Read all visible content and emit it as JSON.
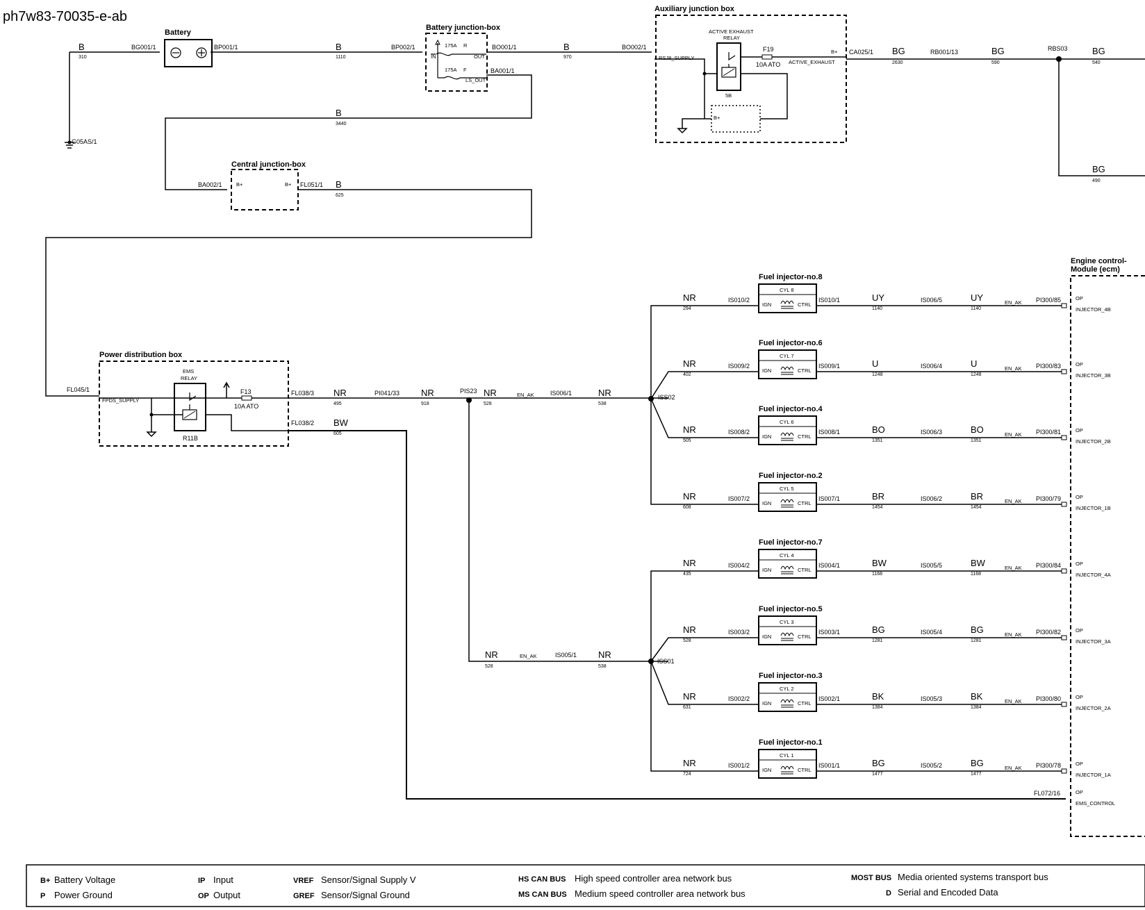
{
  "title": "ph7w83-70035-e-ab",
  "boxes": {
    "battery": "Battery",
    "battery_jb": "Battery junction-box",
    "aux_jb": "Auxiliary junction box",
    "central_jb": "Central junction-box",
    "power_dist": "Power distribution box",
    "ecm": [
      "Engine control-",
      "Module (ecm)"
    ]
  },
  "connectors": {
    "bg001": "BG001/1",
    "bp001": "BP001/1",
    "bp002": "BP002/1",
    "bo001": "BO001/1",
    "ba001": "BA001/1",
    "bo002": "BO002/1",
    "ca025": "CA025/1",
    "rb001": "RB001/13",
    "rbs03": "RBS03",
    "g05as": "G05AS/1",
    "ba002": "BA002/1",
    "fl051": "FL051/1",
    "fl045": "FL045/1",
    "fl038_3": "FL038/3",
    "fl038_2": "FL038/2",
    "pi041": "PI041/33",
    "pis23": "PIS23",
    "is006": "IS006/1",
    "is005": "IS005/1",
    "iss02": "ISS02",
    "iss01": "ISS01",
    "fl072": "FL072/16"
  },
  "wires": {
    "w_b_310": {
      "c": "B",
      "n": "310"
    },
    "w_b_1110": {
      "c": "B",
      "n": "1110"
    },
    "w_b_970": {
      "c": "B",
      "n": "970"
    },
    "w_b_3440": {
      "c": "B",
      "n": "3440"
    },
    "w_b_625": {
      "c": "B",
      "n": "625"
    },
    "w_bg_2630": {
      "c": "BG",
      "n": "2630"
    },
    "w_bg_590": {
      "c": "BG",
      "n": "590"
    },
    "w_bg_540": {
      "c": "BG",
      "n": "540"
    },
    "w_bg_490": {
      "c": "BG",
      "n": "490"
    },
    "w_nr_495": {
      "c": "NR",
      "n": "495"
    },
    "w_nr_918": {
      "c": "NR",
      "n": "918"
    },
    "w_nr_528a": {
      "c": "NR",
      "n": "528"
    },
    "w_nr_538a": {
      "c": "NR",
      "n": "538"
    },
    "w_nr_528b": {
      "c": "NR",
      "n": "528"
    },
    "w_nr_538b": {
      "c": "NR",
      "n": "538"
    },
    "w_bw_605": {
      "c": "BW",
      "n": "605"
    }
  },
  "labels": {
    "en_ak": "EN_AK",
    "relay_active": [
      "ACTIVE EXHAUST",
      "RELAY"
    ],
    "relay_5b": "5B",
    "f19": "F19",
    "f19_rating": "10A ATO",
    "rsj8": "RSJ8_SUPPLY",
    "active_exhaust": "ACTIVE_EXHAUST",
    "b_plus": "B+",
    "fuse_r": [
      "175A",
      "R"
    ],
    "fuse_f": [
      "175A",
      "F"
    ],
    "in": "IN",
    "out": "OUT",
    "ls_out": "LS_OUT",
    "ems_relay": [
      "EMS",
      "RELAY"
    ],
    "r11b": "R11B",
    "f13": "F13",
    "f13_rating": "10A ATO",
    "fpds": "FPDS_SUPPLY",
    "op": "OP",
    "ems_control": "EMS_CONTROL",
    "ign": "IGN",
    "ctrl": "CTRL"
  },
  "injectors": [
    {
      "title": "Fuel injector-no.8",
      "cyl": "CYL 8",
      "in_c": "NR",
      "in_n": "294",
      "ign_conn": "IS010/2",
      "ctrl_conn": "IS010/1",
      "out_c": "UY",
      "out_n": "1140",
      "mid_conn": "IS006/5",
      "out2_c": "UY",
      "out2_n": "1140",
      "ecm_pin": "PI300/85",
      "ecm_sig": "INJECTOR_4B"
    },
    {
      "title": "Fuel injector-no.6",
      "cyl": "CYL 7",
      "in_c": "NR",
      "in_n": "402",
      "ign_conn": "IS009/2",
      "ctrl_conn": "IS009/1",
      "out_c": "U",
      "out_n": "1248",
      "mid_conn": "IS006/4",
      "out2_c": "U",
      "out2_n": "1248",
      "ecm_pin": "PI300/83",
      "ecm_sig": "INJECTOR_3B"
    },
    {
      "title": "Fuel injector-no.4",
      "cyl": "CYL 6",
      "in_c": "NR",
      "in_n": "505",
      "ign_conn": "IS008/2",
      "ctrl_conn": "IS008/1",
      "out_c": "BO",
      "out_n": "1351",
      "mid_conn": "IS006/3",
      "out2_c": "BO",
      "out2_n": "1351",
      "ecm_pin": "PI300/81",
      "ecm_sig": "INJECTOR_2B"
    },
    {
      "title": "Fuel injector-no.2",
      "cyl": "CYL 5",
      "in_c": "NR",
      "in_n": "608",
      "ign_conn": "IS007/2",
      "ctrl_conn": "IS007/1",
      "out_c": "BR",
      "out_n": "1454",
      "mid_conn": "IS006/2",
      "out2_c": "BR",
      "out2_n": "1454",
      "ecm_pin": "PI300/79",
      "ecm_sig": "INJECTOR_1B"
    },
    {
      "title": "Fuel injector-no.7",
      "cyl": "CYL 4",
      "in_c": "NR",
      "in_n": "435",
      "ign_conn": "IS004/2",
      "ctrl_conn": "IS004/1",
      "out_c": "BW",
      "out_n": "1168",
      "mid_conn": "IS005/5",
      "out2_c": "BW",
      "out2_n": "1168",
      "ecm_pin": "PI300/84",
      "ecm_sig": "INJECTOR_4A"
    },
    {
      "title": "Fuel injector-no.5",
      "cyl": "CYL 3",
      "in_c": "NR",
      "in_n": "528",
      "ign_conn": "IS003/2",
      "ctrl_conn": "IS003/1",
      "out_c": "BG",
      "out_n": "1281",
      "mid_conn": "IS005/4",
      "out2_c": "BG",
      "out2_n": "1281",
      "ecm_pin": "PI300/82",
      "ecm_sig": "INJECTOR_3A"
    },
    {
      "title": "Fuel injector-no.3",
      "cyl": "CYL 2",
      "in_c": "NR",
      "in_n": "631",
      "ign_conn": "IS002/2",
      "ctrl_conn": "IS002/1",
      "out_c": "BK",
      "out_n": "1384",
      "mid_conn": "IS005/3",
      "out2_c": "BK",
      "out2_n": "1384",
      "ecm_pin": "PI300/80",
      "ecm_sig": "INJECTOR_2A"
    },
    {
      "title": "Fuel injector-no.1",
      "cyl": "CYL 1",
      "in_c": "NR",
      "in_n": "724",
      "ign_conn": "IS001/2",
      "ctrl_conn": "IS001/1",
      "out_c": "BG",
      "out_n": "1477",
      "mid_conn": "IS005/2",
      "out2_c": "BG",
      "out2_n": "1477",
      "ecm_pin": "PI300/78",
      "ecm_sig": "INJECTOR_1A"
    }
  ],
  "legend": [
    {
      "key": "B+",
      "desc": "Battery Voltage"
    },
    {
      "key": "P",
      "desc": "Power Ground"
    },
    {
      "key": "IP",
      "desc": "Input"
    },
    {
      "key": "OP",
      "desc": "Output"
    },
    {
      "key": "VREF",
      "desc": "Sensor/Signal Supply V"
    },
    {
      "key": "GREF",
      "desc": "Sensor/Signal Ground"
    },
    {
      "key": "HS CAN BUS",
      "desc": "High speed controller area network bus"
    },
    {
      "key": "MS CAN BUS",
      "desc": "Medium speed controller area network bus"
    },
    {
      "key": "MOST BUS",
      "desc": "Media oriented systems transport bus"
    },
    {
      "key": "D",
      "desc": "Serial and Encoded Data"
    }
  ]
}
